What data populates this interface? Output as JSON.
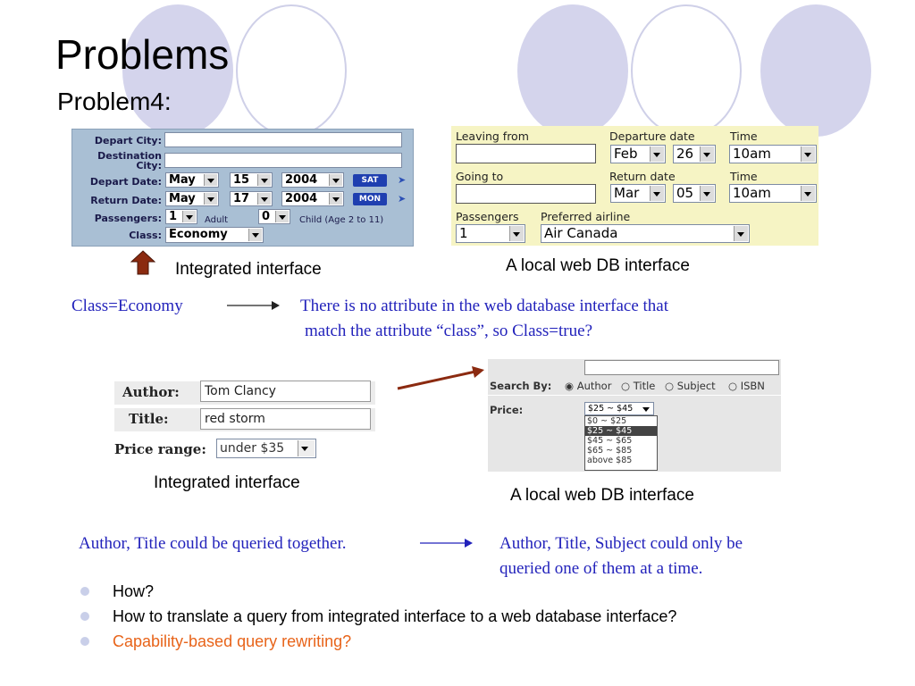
{
  "title": "Problems",
  "subtitle": "Problem4:",
  "colors": {
    "circle_fill": "#d4d4ec",
    "circle_stroke": "#cfd0e8",
    "blue_text": "#2222bb",
    "orange_text": "#e8641a",
    "arrow_brown": "#8b2a10"
  },
  "integrated_interface_1": {
    "depart_city_label": "Depart City:",
    "destination_city_label_1": "Destination",
    "destination_city_label_2": "City:",
    "depart_date_label": "Depart Date:",
    "return_date_label": "Return Date:",
    "passengers_label": "Passengers:",
    "class_label": "Class:",
    "depart_month": "May",
    "depart_day": "15",
    "depart_year": "2004",
    "depart_weekday": "SAT",
    "return_month": "May",
    "return_day": "17",
    "return_year": "2004",
    "return_weekday": "MON",
    "adult_count": "1",
    "adult_label": "Adult",
    "child_count": "0",
    "child_label": "Child (Age 2 to 11)",
    "class_value": "Economy"
  },
  "integrated_interface_1_caption": "Integrated interface",
  "local_db_1": {
    "leaving_from_label": "Leaving from",
    "departure_date_label": "Departure date",
    "time_label_1": "Time",
    "departure_month": "Feb",
    "departure_day": "26",
    "departure_time": "10am",
    "going_to_label": "Going to",
    "return_date_label": "Return date",
    "time_label_2": "Time",
    "return_month": "Mar",
    "return_day": "05",
    "return_time": "10am",
    "passengers_label": "Passengers",
    "preferred_airline_label": "Preferred airline",
    "passengers_value": "1",
    "airline_value": "Air Canada"
  },
  "local_db_1_caption": "A local web DB interface",
  "note1": {
    "left": "Class=Economy",
    "right_line1": "There is no attribute in the web database  interface that",
    "right_line2": "match the attribute “class”, so Class=true?"
  },
  "integrated_interface_2": {
    "author_label": "Author:",
    "author_value": "Tom Clancy",
    "title_label": "Title:",
    "title_value": "red storm",
    "price_label": "Price range:",
    "price_value": "under $35"
  },
  "integrated_interface_2_caption": "Integrated interface",
  "local_db_2": {
    "search_by_label": "Search By:",
    "options": [
      "Author",
      "Title",
      "Subject",
      "ISBN"
    ],
    "price_label": "Price:",
    "price_selected": "$25 ~ $45",
    "price_options": [
      "$0 ~ $25",
      "$25 ~ $45",
      "$45 ~ $65",
      "$65 ~ $85",
      "above $85"
    ]
  },
  "local_db_2_caption": "A local web DB interface",
  "note2": {
    "left": "Author, Title could be queried  together.",
    "right_line1": "Author, Title, Subject could only be",
    "right_line2": "queried one of them at a  time."
  },
  "bullets": [
    "How?",
    "How to translate a query from integrated interface to a web database interface?",
    "Capability-based query rewriting?"
  ]
}
